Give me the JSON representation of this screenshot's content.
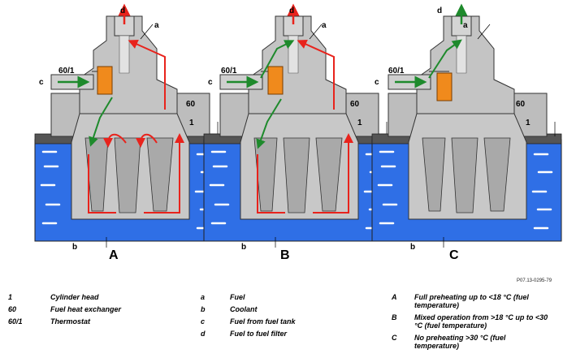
{
  "panel_labels": [
    "A",
    "B",
    "C"
  ],
  "callouts": {
    "d": "d",
    "a": "a",
    "c": "c",
    "b": "b",
    "thermostat": "60/1",
    "heat_exchanger": "60",
    "cylinder_head": "1"
  },
  "reference_code": "P07.13-0295-79",
  "legend": {
    "components": [
      {
        "key": "1",
        "text": "Cylinder head"
      },
      {
        "key": "60",
        "text": "Fuel heat exchanger"
      },
      {
        "key": "60/1",
        "text": "Thermostat"
      }
    ],
    "flows": [
      {
        "key": "a",
        "text": "Fuel"
      },
      {
        "key": "b",
        "text": "Coolant"
      },
      {
        "key": "c",
        "text": "Fuel from fuel tank"
      },
      {
        "key": "d",
        "text": "Fuel to fuel filter"
      }
    ],
    "modes": [
      {
        "key": "A",
        "text": "Full preheating up to <18 °C (fuel temperature)"
      },
      {
        "key": "B",
        "text": "Mixed operation from >18 °C up to <30 °C (fuel temperature)"
      },
      {
        "key": "C",
        "text": "No preheating >30 °C (fuel temperature)"
      }
    ]
  },
  "colors": {
    "coolant": "#2f6fe6",
    "housing": "#b8b8b8",
    "housing_dark": "#8c8c8c",
    "cylinder_head": "#555555",
    "thermostat": "#f08a1c",
    "arrow_hot": "#e8231c",
    "arrow_cold": "#1e8a2c",
    "wave": "#ffffff"
  }
}
